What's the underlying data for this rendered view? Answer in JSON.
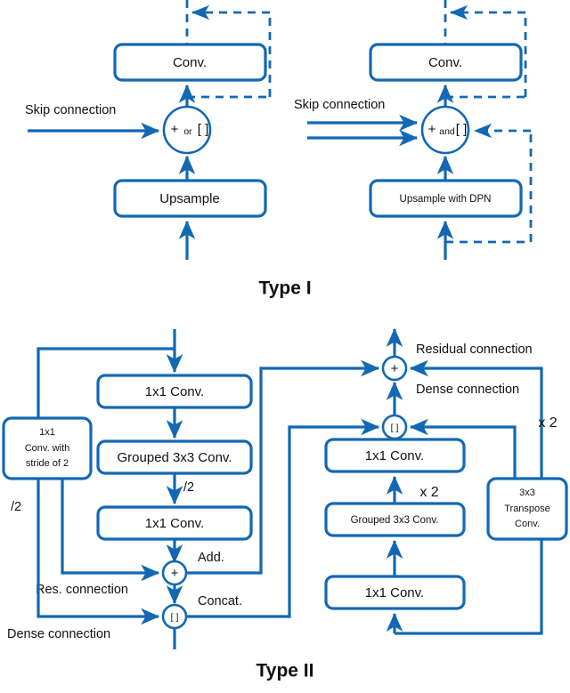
{
  "figure": {
    "title_type1": "Type I",
    "title_type2": "Type II"
  },
  "type1": {
    "left": {
      "conv_box": "Conv.",
      "upsample_box": "Upsample",
      "merge_op_plus": "+",
      "merge_op_or": "or",
      "merge_op_bracket": "[ ]",
      "skip_label": "Skip connection"
    },
    "right": {
      "conv_box": "Conv.",
      "upsample_box": "Upsample with DPN",
      "merge_op_plus": "+",
      "merge_op_and": "and",
      "merge_op_bracket": "[ ]",
      "skip_label": "Skip connection"
    }
  },
  "type2": {
    "left": {
      "box_conv1": "1x1 Conv.",
      "box_grouped": "Grouped 3x3 Conv.",
      "box_conv2": "1x1 Conv.",
      "box_stride_line1": "1x1",
      "box_stride_line2": "Conv. with",
      "box_stride_line3": "stride of 2",
      "add_node": "+",
      "concat_node": "[ ]",
      "label_add": "Add.",
      "label_concat": "Concat.",
      "label_res": "Res. connection",
      "label_dense": "Dense connection",
      "label_div2_left": "/2",
      "label_div2_mid": "/2"
    },
    "right": {
      "box_conv_top": "1x1 Conv.",
      "box_grouped": "Grouped 3x3 Conv.",
      "box_conv_bottom": "1x1 Conv.",
      "box_transpose_line1": "3x3",
      "box_transpose_line2": "Transpose",
      "box_transpose_line3": "Conv.",
      "add_node": "+",
      "concat_node": "[ ]",
      "label_residual": "Residual connection",
      "label_dense": "Dense connection",
      "label_x2_mid": "x 2",
      "label_x2_right": "x 2"
    }
  },
  "colors": {
    "accent_blue": "#1268b3",
    "text_black": "#111111",
    "background": "#ffffff"
  }
}
